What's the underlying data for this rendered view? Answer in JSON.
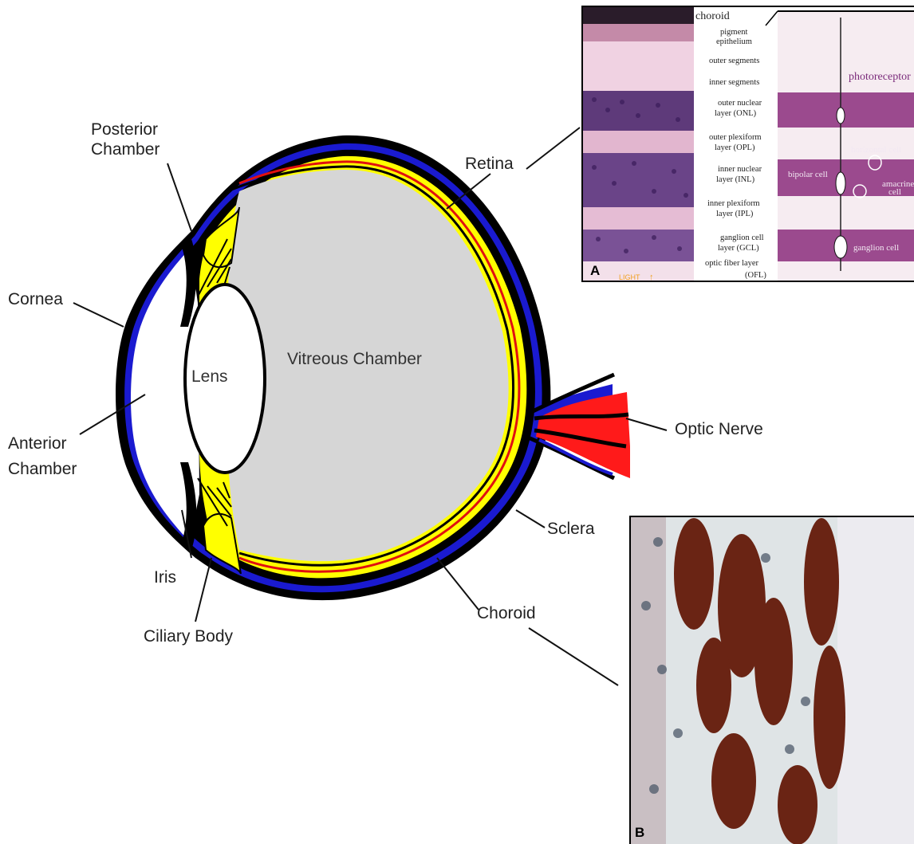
{
  "diagram": {
    "labels": {
      "posterior_chamber": [
        "Posterior",
        "Chamber"
      ],
      "retina": "Retina",
      "cornea": "Cornea",
      "lens": "Lens",
      "vitreous_chamber": "Vitreous Chamber",
      "anterior_chamber": [
        "Anterior",
        "Chamber"
      ],
      "optic_nerve": "Optic Nerve",
      "sclera": "Sclera",
      "iris": "Iris",
      "ciliary_body": "Ciliary Body",
      "choroid": "Choroid"
    },
    "colors": {
      "sclera": "#000000",
      "cornea_band": "#1a1ad0",
      "choroid_band": "#ffff00",
      "retina_line": "#e01010",
      "vitreous": "#d6d6d6",
      "optic_nerve": "#ff1a1a"
    }
  },
  "inset_a": {
    "panel_letter": "A",
    "light_label": "LIGHT",
    "layers": [
      {
        "id": "choroid",
        "text": [
          "choroid"
        ]
      },
      {
        "id": "pigment",
        "text": [
          "pigment",
          "epithelium"
        ]
      },
      {
        "id": "outer-seg",
        "text": [
          "outer segments"
        ]
      },
      {
        "id": "inner-seg",
        "text": [
          "inner segments"
        ]
      },
      {
        "id": "onl",
        "text": [
          "outer nuclear",
          "layer (ONL)"
        ]
      },
      {
        "id": "opl",
        "text": [
          "outer plexiform",
          "layer (OPL)"
        ]
      },
      {
        "id": "inl",
        "text": [
          "inner nuclear",
          "layer (INL)"
        ]
      },
      {
        "id": "ipl",
        "text": [
          "inner plexiform",
          "layer (IPL)"
        ]
      },
      {
        "id": "gcl",
        "text": [
          "ganglion cell",
          "layer (GCL)"
        ]
      },
      {
        "id": "ofl",
        "text": [
          "optic fiber layer",
          "(OFL)"
        ]
      }
    ],
    "cells": {
      "photoreceptor": "photoreceptor",
      "horizontal": "horizontal cell",
      "bipolar": "bipolar cell",
      "amacrine": [
        "amacrine",
        "cell"
      ],
      "ganglion": "ganglion cell"
    }
  },
  "inset_b": {
    "panel_letter": "B"
  }
}
